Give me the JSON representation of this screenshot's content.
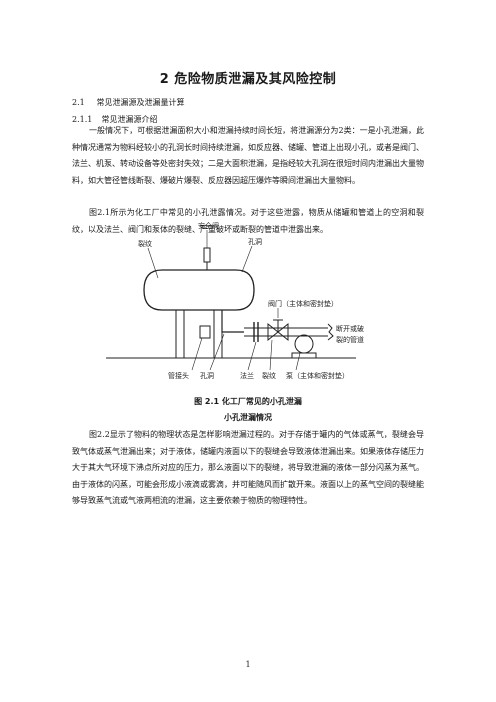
{
  "chapter_title": "2  危险物质泄漏及其风险控制",
  "sections": [
    {
      "number": "2.1",
      "title": "常见泄漏源及泄漏量计算"
    },
    {
      "number": "2.1.1",
      "title": "常见泄漏源介绍"
    }
  ],
  "paragraphs": [
    "一般情况下，可根据泄漏面积大小和泄漏持续时间长短，将泄漏源分为2类：一是小孔泄漏，此种情况通常为物料经较小的孔洞长时间持续泄漏，如反应器、储罐、管道上出现小孔，或者是阀门、法兰、机泵、转动设备等处密封失效；二是大面积泄漏，是指经较大孔洞在很短时间内泄漏出大量物料，如大管径管线断裂、爆破片爆裂、反应器因超压爆炸等瞬间泄漏出大量物料。",
    "图2.1所示为化工厂中常见的小孔泄露情况。对于这些泄露，物质从储罐和管道上的空洞和裂纹，以及法兰、阀门和泵体的裂缝、严重破坏或断裂的管道中泄露出来。",
    "图2.2显示了物料的物理状态是怎样影响泄漏过程的。对于存储于罐内的气体或蒸气，裂缝会导致气体或蒸气泄漏出来；对于液体，储罐内液面以下的裂缝会导致液体泄漏出来。如果液体存储压力大于其大气环境下沸点所对应的压力，那么液面以下的裂缝，将导致泄漏的液体一部分闪蒸为蒸气。由于液体的闪蒸，可能会形成小液滴或雾滴，并可能随风而扩散开来。液面以上的蒸气空间的裂缝能够导致蒸气流或气液两相流的泄漏，这主要依赖于物质的物理特性。"
  ],
  "figure": {
    "labels": {
      "safety_valve": "安全阀",
      "crack_left": "裂纹",
      "hole_top": "孔洞",
      "valve": "阀门（主体和密封垫）",
      "broken_pipe_1": "断开或破",
      "broken_pipe_2": "裂的管道",
      "fitting": "管接头",
      "hole_bottom": "孔洞",
      "flange": "法兰",
      "crack_bottom": "裂纹",
      "pump": "泵（主体和密封垫）"
    },
    "caption": "图 2.1  化工厂常见的小孔泄漏"
  },
  "sub_heading": "小孔泄漏情况",
  "page_number": "1"
}
